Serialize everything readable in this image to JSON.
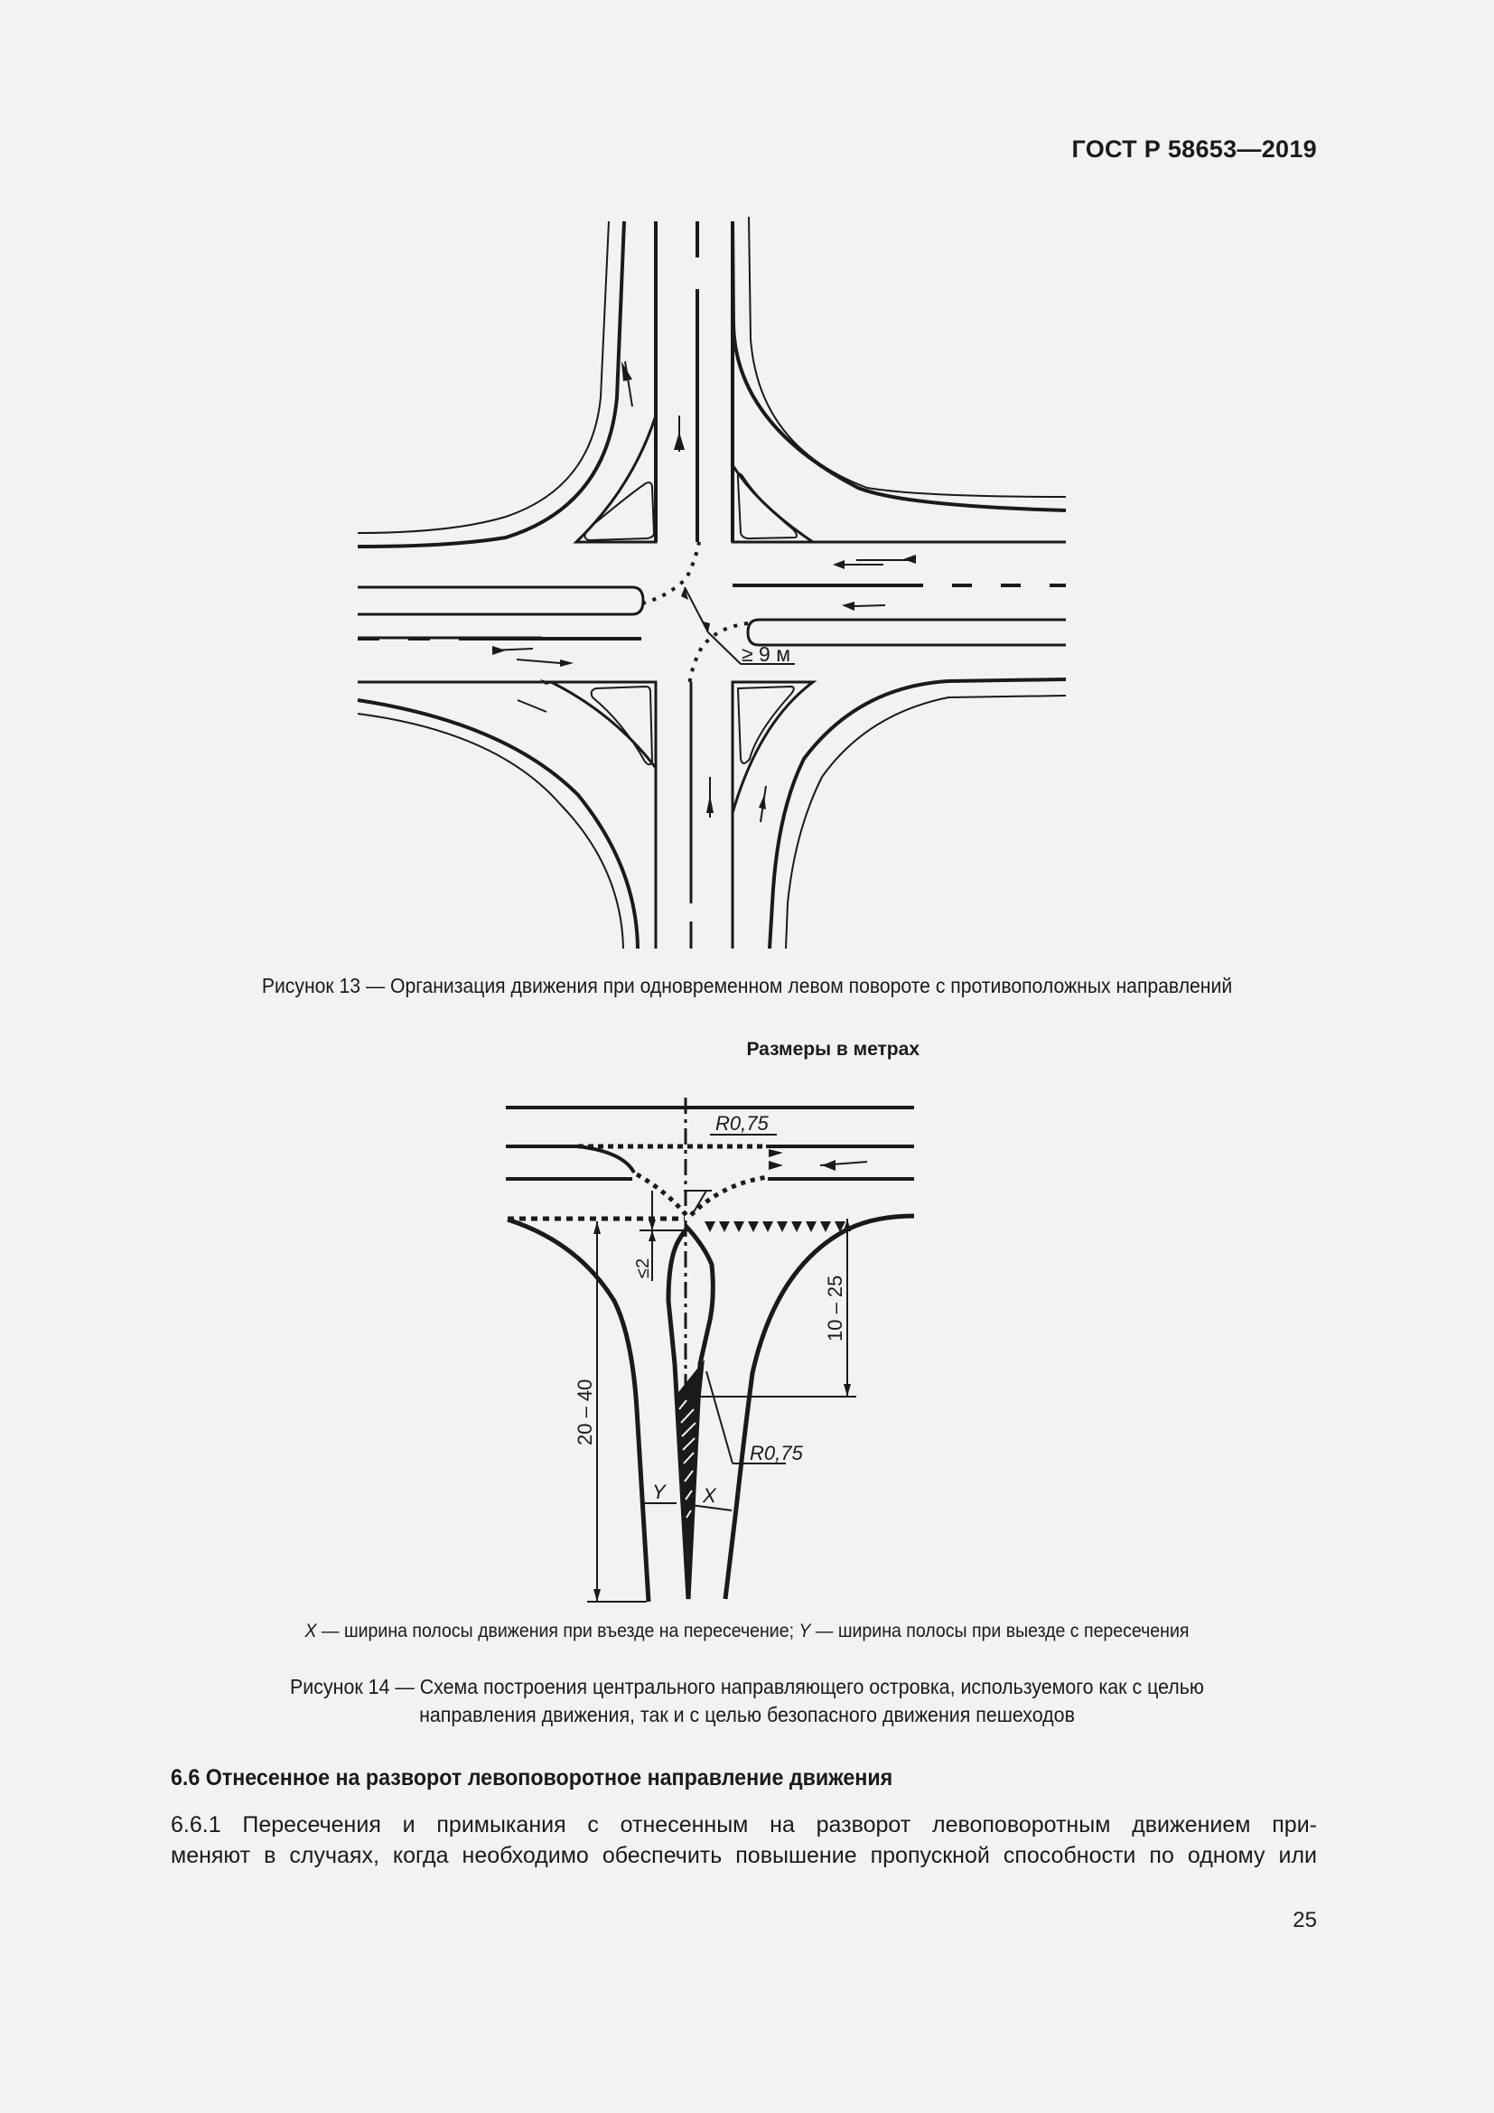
{
  "header": {
    "standard": "ГОСТ Р 58653—2019"
  },
  "figure13": {
    "annotation": "≥ 9 м",
    "caption": "Рисунок 13 — Организация движения при одновременном левом повороте с противоположных направлений"
  },
  "figure14": {
    "units_note": "Размеры в метрах",
    "labels": {
      "radius_top": "R0,75",
      "radius_bottom": "R0,75",
      "dim_le2": "≤2",
      "dim_10_25": "10 – 25",
      "dim_20_40": "20 – 40",
      "x": "X",
      "y": "Y"
    },
    "legend": {
      "x_sym": "X",
      "x_text": " — ширина полосы движения при въезде на пересечение; ",
      "y_sym": "Y",
      "y_text": " — ширина полосы при выезде с пересечения"
    },
    "caption_line1": "Рисунок 14 — Схема построения центрального направляющего островка, используемого как с целью",
    "caption_line2": "направления движения, так и с целью безопасного движения пешеходов"
  },
  "section": {
    "heading": "6.6 Отнесенное на разворот левоповоротное направление движения",
    "para_line1": "6.6.1 Пересечения и примыкания с отнесенным на разворот левоповоротным движением при-",
    "para_line2": "меняют в случаях, когда необходимо обеспечить повышение пропускной способности по одному или"
  },
  "page_number": "25"
}
